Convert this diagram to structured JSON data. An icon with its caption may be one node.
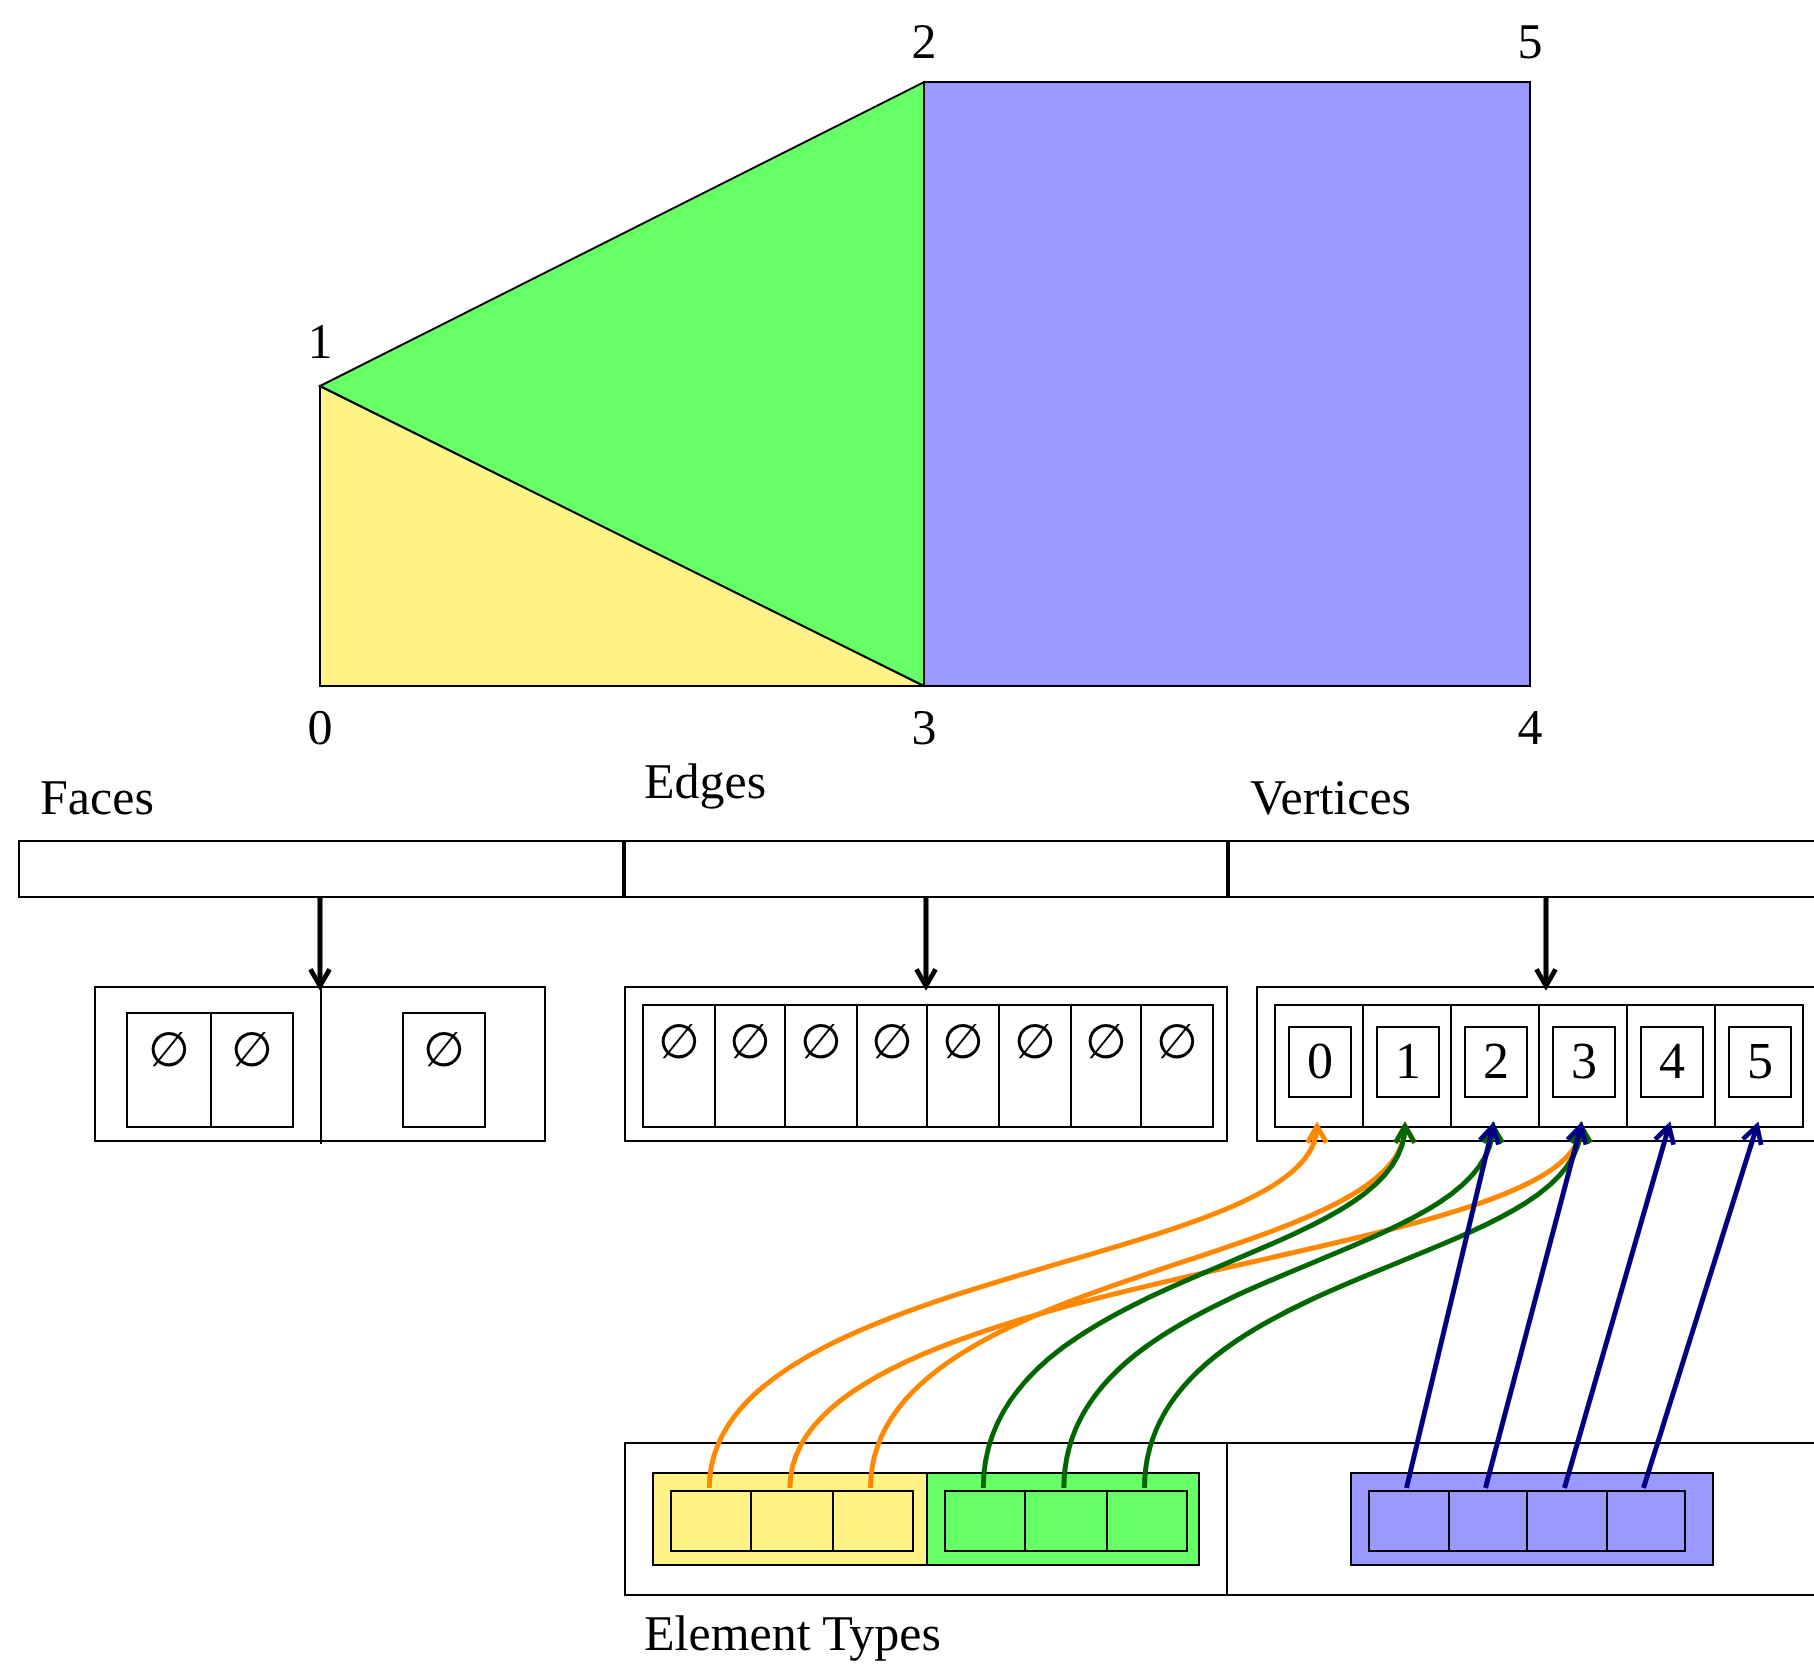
{
  "diagram": {
    "nodes": [
      {
        "text": [
          "Faces"
        ]
      },
      {
        "text": [
          "Edges"
        ]
      },
      {
        "text": [
          "Vertices"
        ]
      },
      {
        "text": [],
        "shape": "box"
      },
      {
        "text": [
          "∅"
        ],
        "in": 3
      },
      {
        "text": [
          "∅"
        ],
        "in": 3
      },
      {
        "text": [
          "∅"
        ],
        "in": 3
      },
      {
        "text": [],
        "shape": "box"
      },
      {
        "text": [
          "∅"
        ],
        "in": 7
      },
      {
        "text": [
          "∅"
        ],
        "in": 7
      },
      {
        "text": [
          "∅"
        ],
        "in": 7
      },
      {
        "text": [
          "∅"
        ],
        "in": 7
      },
      {
        "text": [
          "∅"
        ],
        "in": 7
      },
      {
        "text": [
          "∅"
        ],
        "in": 7
      },
      {
        "text": [
          "∅"
        ],
        "in": 7
      },
      {
        "text": [
          "∅"
        ],
        "in": 7
      },
      {
        "text": [],
        "shape": "box"
      },
      {
        "text": [
          "0"
        ],
        "in": 16
      },
      {
        "text": [
          "1"
        ],
        "in": 16
      },
      {
        "text": [
          "2"
        ],
        "in": 16
      },
      {
        "text": [
          "3"
        ],
        "in": 16
      },
      {
        "text": [
          "4"
        ],
        "in": 16
      },
      {
        "text": [
          "5"
        ],
        "in": 16
      },
      {
        "text": [
          "Element Types"
        ]
      },
      {
        "text": [],
        "shape": "box",
        "in": 23
      },
      {
        "text": [],
        "shape": "box",
        "in": 24
      },
      {
        "text": [],
        "shape": "box",
        "in": 24
      },
      {
        "text": [],
        "shape": "box",
        "in": 24
      },
      {
        "text": [],
        "shape": "box",
        "in": 23
      },
      {
        "text": [],
        "shape": "box",
        "in": 28
      },
      {
        "text": [],
        "shape": "box",
        "in": 28
      },
      {
        "text": [],
        "shape": "box",
        "in": 28
      },
      {
        "text": [],
        "shape": "box",
        "in": 23
      },
      {
        "text": [],
        "shape": "box",
        "in": 32
      },
      {
        "text": [],
        "shape": "box",
        "in": 32
      },
      {
        "text": [],
        "shape": "box",
        "in": 32
      },
      {
        "text": [],
        "shape": "box",
        "in": 32
      }
    ],
    "edges": [
      {
        "from": 0,
        "to": 3,
        "arrow": "to",
        "color": "#000000"
      },
      {
        "from": 1,
        "to": 7,
        "arrow": "to",
        "color": "#000000"
      },
      {
        "from": 2,
        "to": 16,
        "arrow": "to",
        "color": "#000000"
      },
      {
        "from": 25,
        "to": 17,
        "arrow": "to",
        "color": "#ff8800"
      },
      {
        "from": 26,
        "to": 20,
        "arrow": "to",
        "color": "#ff8800"
      },
      {
        "from": 27,
        "to": 18,
        "arrow": "to",
        "color": "#ff8800"
      },
      {
        "from": 29,
        "to": 18,
        "arrow": "to",
        "color": "#006600"
      },
      {
        "from": 30,
        "to": 19,
        "arrow": "to",
        "color": "#006600"
      },
      {
        "from": 31,
        "to": 20,
        "arrow": "to",
        "color": "#006600"
      },
      {
        "from": 33,
        "to": 19,
        "arrow": "to",
        "color": "#000080"
      },
      {
        "from": 34,
        "to": 20,
        "arrow": "to",
        "color": "#000080"
      },
      {
        "from": 35,
        "to": 21,
        "arrow": "to",
        "color": "#000080"
      },
      {
        "from": 36,
        "to": 22,
        "arrow": "to",
        "color": "#000080"
      }
    ],
    "labels": [
      "2",
      "5",
      "1",
      "0",
      "3",
      "4"
    ]
  }
}
